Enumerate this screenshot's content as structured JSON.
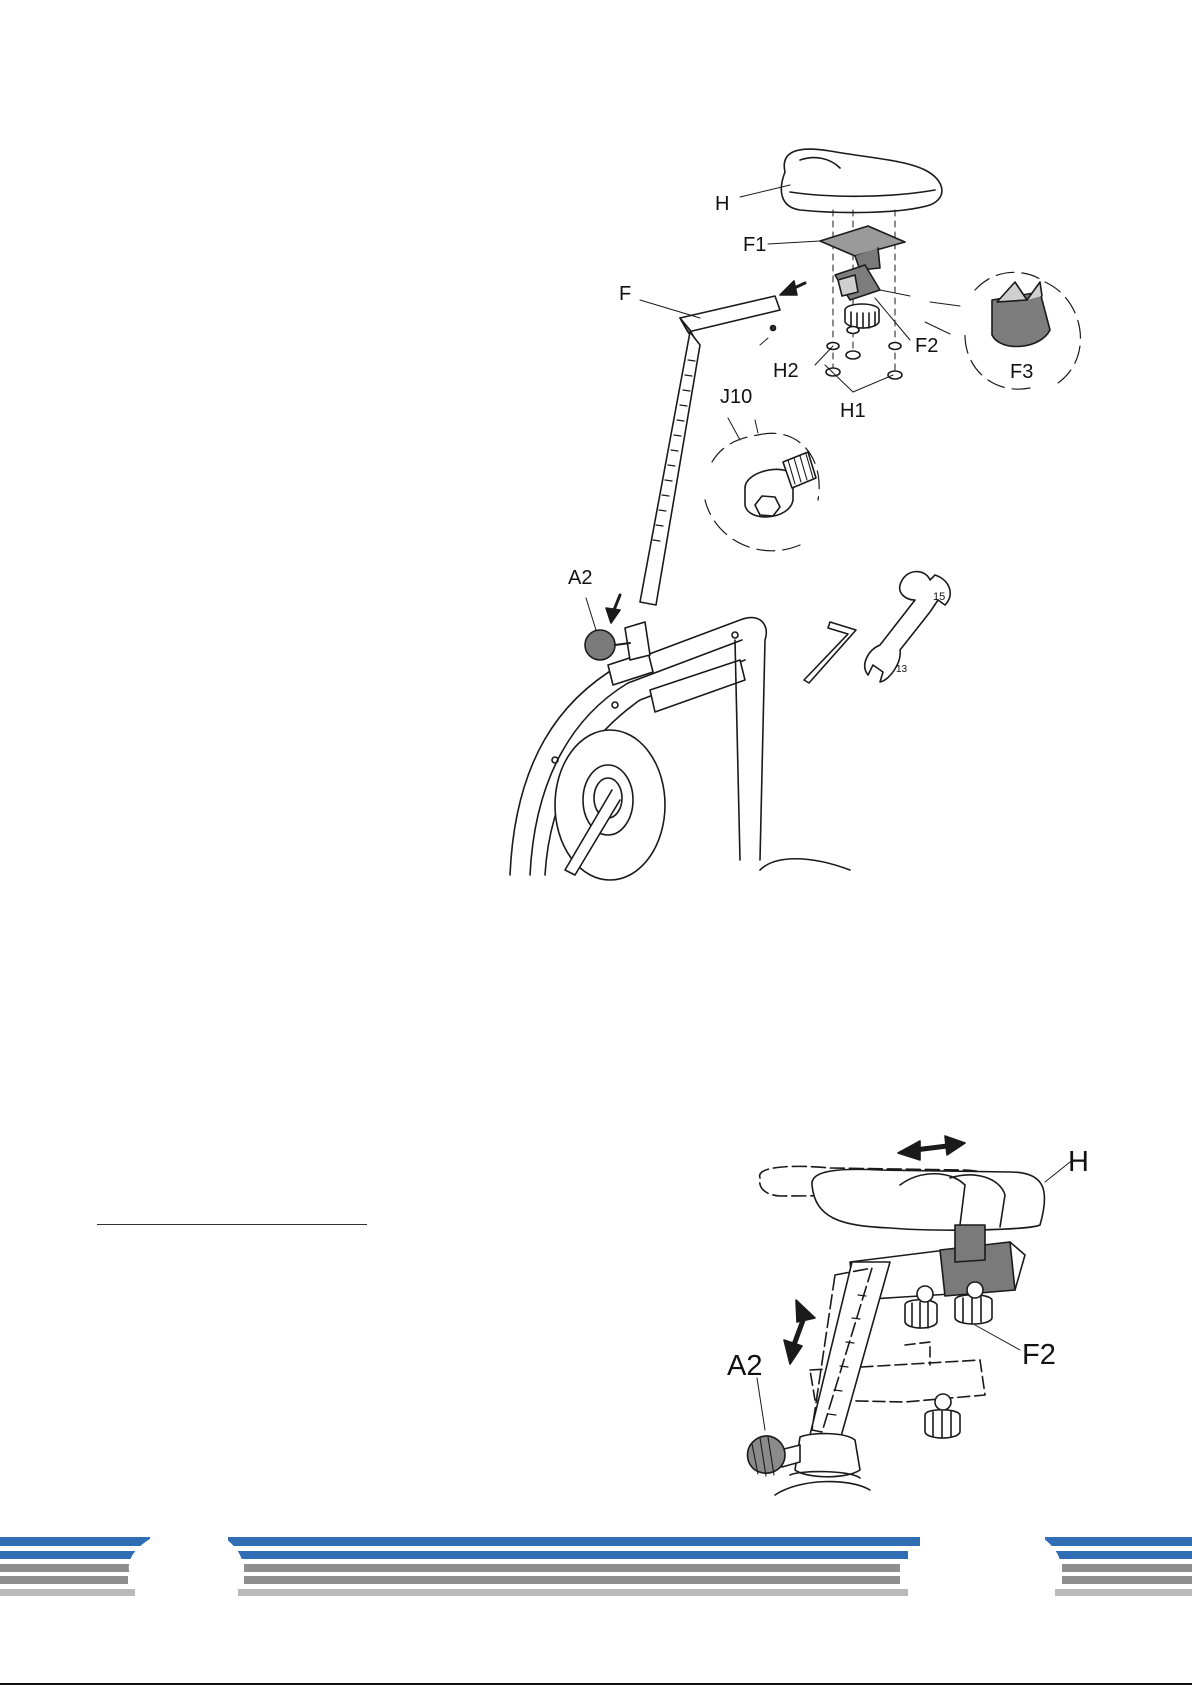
{
  "figure1": {
    "labels": {
      "H": "H",
      "F1": "F1",
      "F": "F",
      "F2": "F2",
      "F3": "F3",
      "H2": "H2",
      "H1": "H1",
      "J10": "J10",
      "A2": "A2",
      "wrench_top": "15",
      "wrench_bottom": "13"
    }
  },
  "figure2": {
    "labels": {
      "H": "H",
      "F2": "F2",
      "A2": "A2"
    }
  },
  "colors": {
    "ink": "#1a1a1a",
    "part_fill": "#8a8a8a",
    "band_blue": "#2f6db5",
    "band_gray": "#8e8e8e",
    "band_light": "#b9b9b9"
  }
}
